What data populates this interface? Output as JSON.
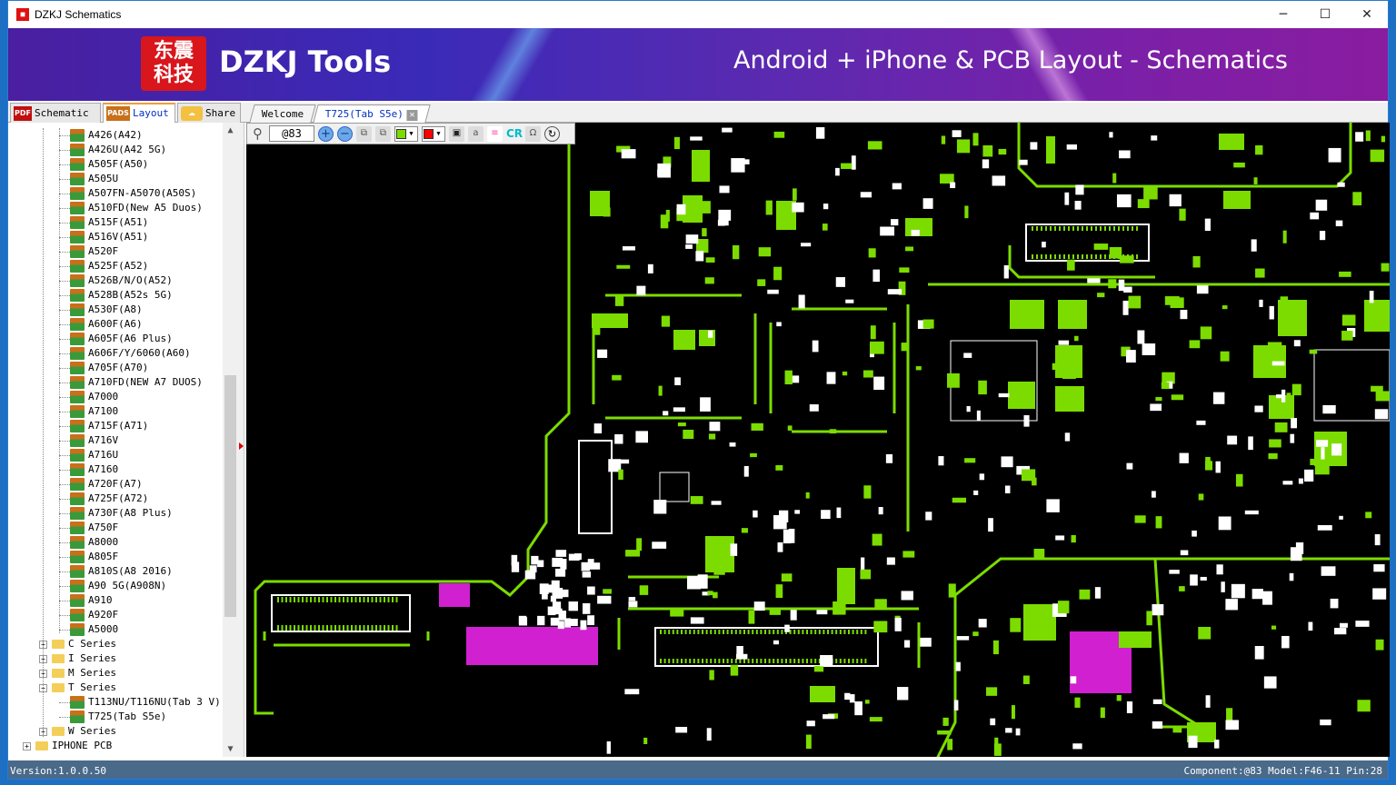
{
  "window": {
    "title": "DZKJ Schematics",
    "minimize": "─",
    "maximize": "☐",
    "close": "✕"
  },
  "banner": {
    "logo_text": "东震科技",
    "brand": "DZKJ Tools",
    "slogan": "Android + iPhone & PCB Layout - Schematics"
  },
  "left_tabs": [
    {
      "label": "Schematic",
      "icon": "PDF"
    },
    {
      "label": "Layout",
      "icon": "PADS"
    },
    {
      "label": "Share",
      "icon": "cloud-icon"
    }
  ],
  "doc_tabs": [
    {
      "label": "Welcome"
    },
    {
      "label": "T725(Tab S5e)"
    }
  ],
  "tree": {
    "models": [
      "A426(A42)",
      "A426U(A42 5G)",
      "A505F(A50)",
      "A505U",
      "A507FN-A5070(A50S)",
      "A510FD(New A5 Duos)",
      "A515F(A51)",
      "A516V(A51)",
      "A520F",
      "A525F(A52)",
      "A526B/N/O(A52)",
      "A528B(A52s 5G)",
      "A530F(A8)",
      "A600F(A6)",
      "A605F(A6 Plus)",
      "A606F/Y/6060(A60)",
      "A705F(A70)",
      "A710FD(NEW A7 DUOS)",
      "A7000",
      "A7100",
      "A715F(A71)",
      "A716V",
      "A716U",
      "A7160",
      "A720F(A7)",
      "A725F(A72)",
      "A730F(A8 Plus)",
      "A750F",
      "A8000",
      "A805F",
      "A810S(A8 2016)",
      "A90 5G(A908N)",
      "A910",
      "A920F",
      "A5000"
    ],
    "series": [
      "C Series",
      "I Series",
      "M Series",
      "T Series"
    ],
    "t_models": [
      "T113NU/T116NU(Tab 3 V)",
      "T725(Tab S5e)"
    ],
    "after": [
      "W Series"
    ],
    "root": "IPHONE PCB"
  },
  "toolbar": {
    "zoom_value": "@83",
    "trace_color": "#7cdc00",
    "highlight_color": "#ff0000",
    "cr_label": "CR",
    "omega_label": "Ω",
    "a_label": "a"
  },
  "status": {
    "version": "Version:1.0.0.50",
    "component_info": "Component:@83 Model:F46-11 Pin:28"
  },
  "colors": {
    "pcb_bg": "#000000",
    "trace": "#7cdc00",
    "pad": "#ffffff",
    "selected": "#d020d0"
  }
}
